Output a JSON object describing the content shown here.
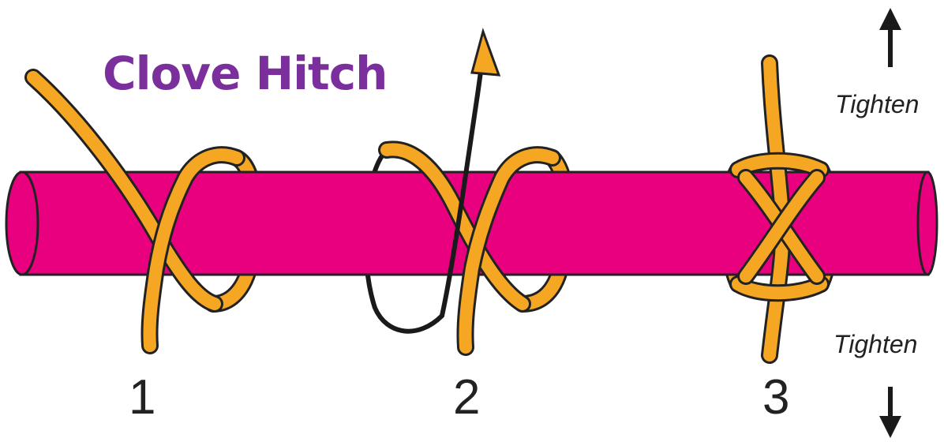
{
  "title": "Clove Hitch",
  "steps": [
    {
      "label": "1"
    },
    {
      "label": "2"
    },
    {
      "label": "3"
    }
  ],
  "tighten_top": "Tighten",
  "tighten_bottom": "Tighten",
  "colors": {
    "title": "#7b2f9d",
    "pole": "#e8007f",
    "rope": "#f5a623",
    "outline": "#222222",
    "arrow": "#1a1a1a"
  }
}
